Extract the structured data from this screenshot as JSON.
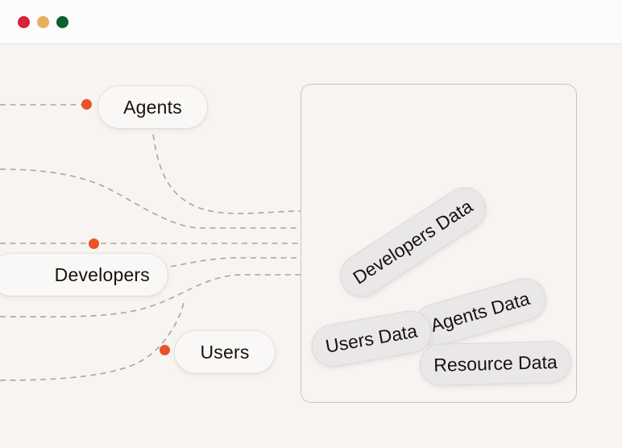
{
  "window": {
    "titlebar": {
      "buttons": [
        {
          "name": "close",
          "icon": "traffic-light-close-icon",
          "color": "#D6203C"
        },
        {
          "name": "minimize",
          "icon": "traffic-light-minimize-icon",
          "color": "#E9B05B"
        },
        {
          "name": "maximize",
          "icon": "traffic-light-maximize-icon",
          "color": "#0B6030"
        }
      ]
    },
    "background_color": "#F7F4F2"
  },
  "diagram": {
    "accent_color": "#E8532A",
    "edge_color": "#A9A5A2",
    "source_nodes": [
      {
        "label": "Agents",
        "dot": true
      },
      {
        "label": "Developers",
        "dot": true
      },
      {
        "label": "Users",
        "dot": true
      }
    ],
    "panel": {
      "border_color": "#CBC6C4",
      "data_pills": [
        {
          "label": "Developers Data",
          "rotation": -33
        },
        {
          "label": "Agents Data",
          "rotation": -16
        },
        {
          "label": "Users Data",
          "rotation": -10
        },
        {
          "label": "Resource Data",
          "rotation": -1.5
        }
      ]
    }
  }
}
